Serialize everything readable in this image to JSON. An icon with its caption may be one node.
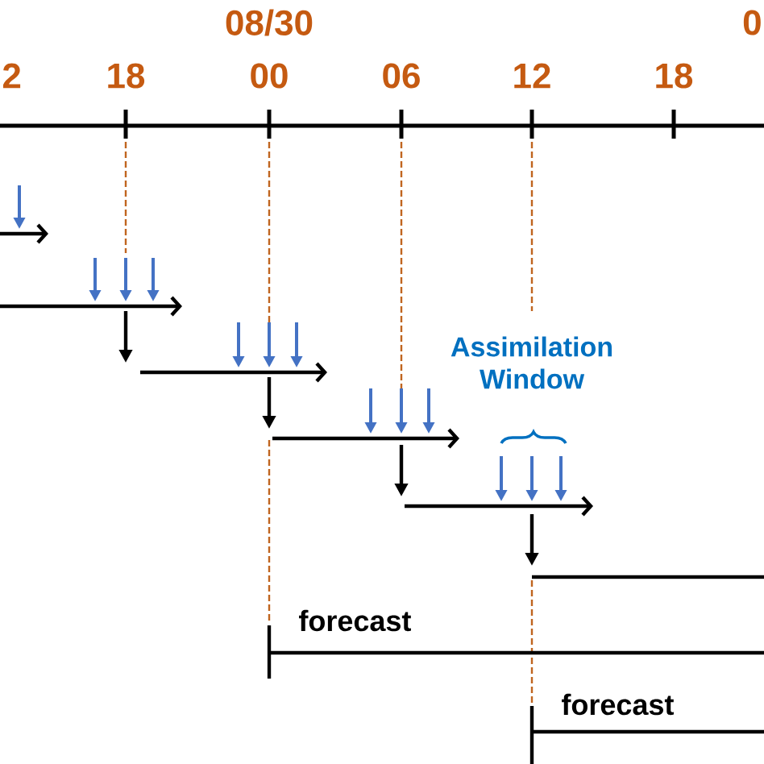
{
  "diagram": {
    "labels": [
      "08/30",
      "0",
      "2",
      "18",
      "00",
      "06",
      "12",
      "18",
      "Assimilation Window",
      "forecast",
      "forecast"
    ]
  }
}
